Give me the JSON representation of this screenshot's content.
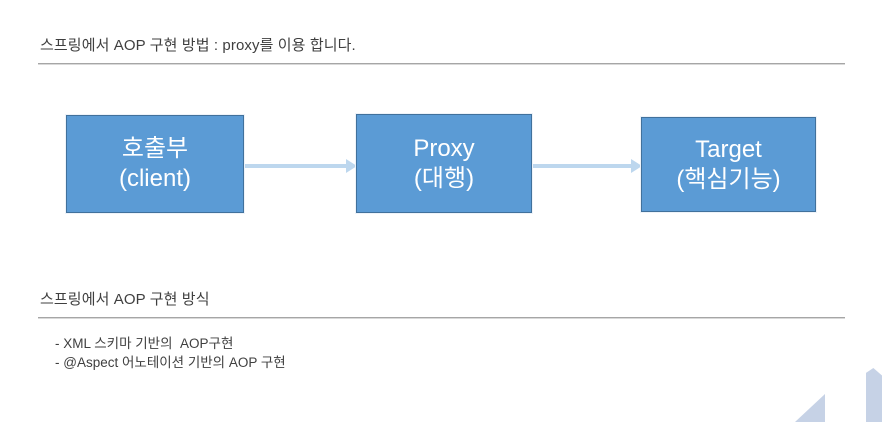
{
  "slide": {
    "background": "#ffffff",
    "accent_blue": "#5B9BD5",
    "accent_blue_border": "#41719C",
    "arrow_blue": "#BDD7EE",
    "deco_color": "#C6D2E6",
    "text_color": "#3f3f3f"
  },
  "headings": {
    "top": "스프링에서 AOP 구현 방법 : proxy를 이용 합니다.",
    "middle": "스프링에서 AOP 구현 방식"
  },
  "diagram": {
    "type": "flow",
    "nodes": [
      {
        "id": "client",
        "line1": "호출부",
        "line2": "(client)"
      },
      {
        "id": "proxy",
        "line1": "Proxy",
        "line2": "(대행)"
      },
      {
        "id": "target",
        "line1": "Target",
        "line2": "(핵심기능)"
      }
    ],
    "connectors": [
      {
        "id": "arrow-client-to-proxy",
        "from": "client",
        "to": "proxy",
        "style": "single-arrow"
      },
      {
        "id": "arrow-proxy-to-target",
        "from": "proxy",
        "to": "target",
        "style": "single-arrow"
      }
    ]
  },
  "bullets": [
    "- XML 스키마 기반의  AOP구현",
    "- @Aspect 어노테이션 기반의 AOP 구현"
  ]
}
